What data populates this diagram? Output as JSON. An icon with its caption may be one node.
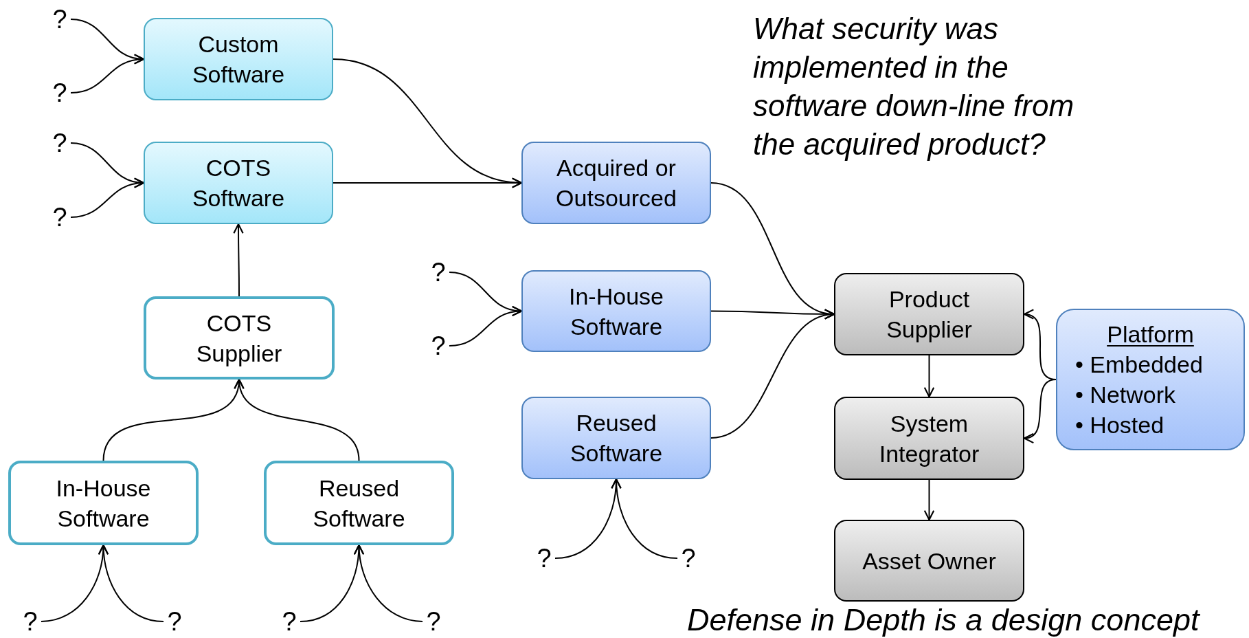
{
  "diagram": {
    "nodes": [
      {
        "text": [
          "Custom Software"
        ]
      },
      {
        "text": [
          "COTS Software"
        ]
      },
      {
        "text": [
          "COTS Supplier"
        ]
      },
      {
        "text": [
          "In-House Software"
        ]
      },
      {
        "text": [
          "Reused Software"
        ]
      },
      {
        "text": [
          "Acquired or Outsourced"
        ]
      },
      {
        "text": [
          "In-House Software"
        ]
      },
      {
        "text": [
          "Reused Software"
        ]
      },
      {
        "text": [
          "Product Supplier"
        ]
      },
      {
        "text": [
          "System Integrator"
        ]
      },
      {
        "text": [
          "Asset Owner"
        ]
      },
      {
        "text": [
          "Platform",
          "• Embedded",
          "• Network",
          "• Hosted"
        ]
      },
      {
        "text": [
          "?"
        ]
      },
      {
        "text": [
          "?"
        ]
      },
      {
        "text": [
          "?"
        ]
      },
      {
        "text": [
          "?"
        ]
      },
      {
        "text": [
          "?"
        ]
      },
      {
        "text": [
          "?"
        ]
      },
      {
        "text": [
          "?"
        ]
      },
      {
        "text": [
          "?"
        ]
      },
      {
        "text": [
          "?"
        ]
      },
      {
        "text": [
          "?"
        ]
      },
      {
        "text": [
          "?"
        ]
      },
      {
        "text": [
          "?"
        ]
      }
    ],
    "edges": [
      {
        "from": 12,
        "to": 0,
        "arrow": "to"
      },
      {
        "from": 13,
        "to": 0,
        "arrow": "to"
      },
      {
        "from": 14,
        "to": 1,
        "arrow": "to"
      },
      {
        "from": 15,
        "to": 1,
        "arrow": "to"
      },
      {
        "from": 0,
        "to": 5,
        "arrow": "to"
      },
      {
        "from": 1,
        "to": 5,
        "arrow": "to"
      },
      {
        "from": 2,
        "to": 1,
        "arrow": "to"
      },
      {
        "from": 3,
        "to": 2,
        "arrow": "to"
      },
      {
        "from": 4,
        "to": 2,
        "arrow": "to"
      },
      {
        "from": 16,
        "to": 6,
        "arrow": "to"
      },
      {
        "from": 17,
        "to": 6,
        "arrow": "to"
      },
      {
        "from": 18,
        "to": 7,
        "arrow": "to"
      },
      {
        "from": 19,
        "to": 7,
        "arrow": "to"
      },
      {
        "from": 20,
        "to": 3,
        "arrow": "to"
      },
      {
        "from": 21,
        "to": 3,
        "arrow": "to"
      },
      {
        "from": 22,
        "to": 4,
        "arrow": "to"
      },
      {
        "from": 23,
        "to": 4,
        "arrow": "to"
      },
      {
        "from": 5,
        "to": 8,
        "arrow": "to"
      },
      {
        "from": 6,
        "to": 8,
        "arrow": "to"
      },
      {
        "from": 7,
        "to": 8,
        "arrow": "to"
      },
      {
        "from": 8,
        "to": 9,
        "arrow": "to"
      },
      {
        "from": 9,
        "to": 10,
        "arrow": "to"
      },
      {
        "from": 11,
        "to": 8,
        "arrow": "to"
      },
      {
        "from": 11,
        "to": 9,
        "arrow": "to"
      }
    ],
    "labels": [
      "What security was implemented in the software down-line from the acquired product?",
      "Defense in Depth is a design concept"
    ]
  }
}
